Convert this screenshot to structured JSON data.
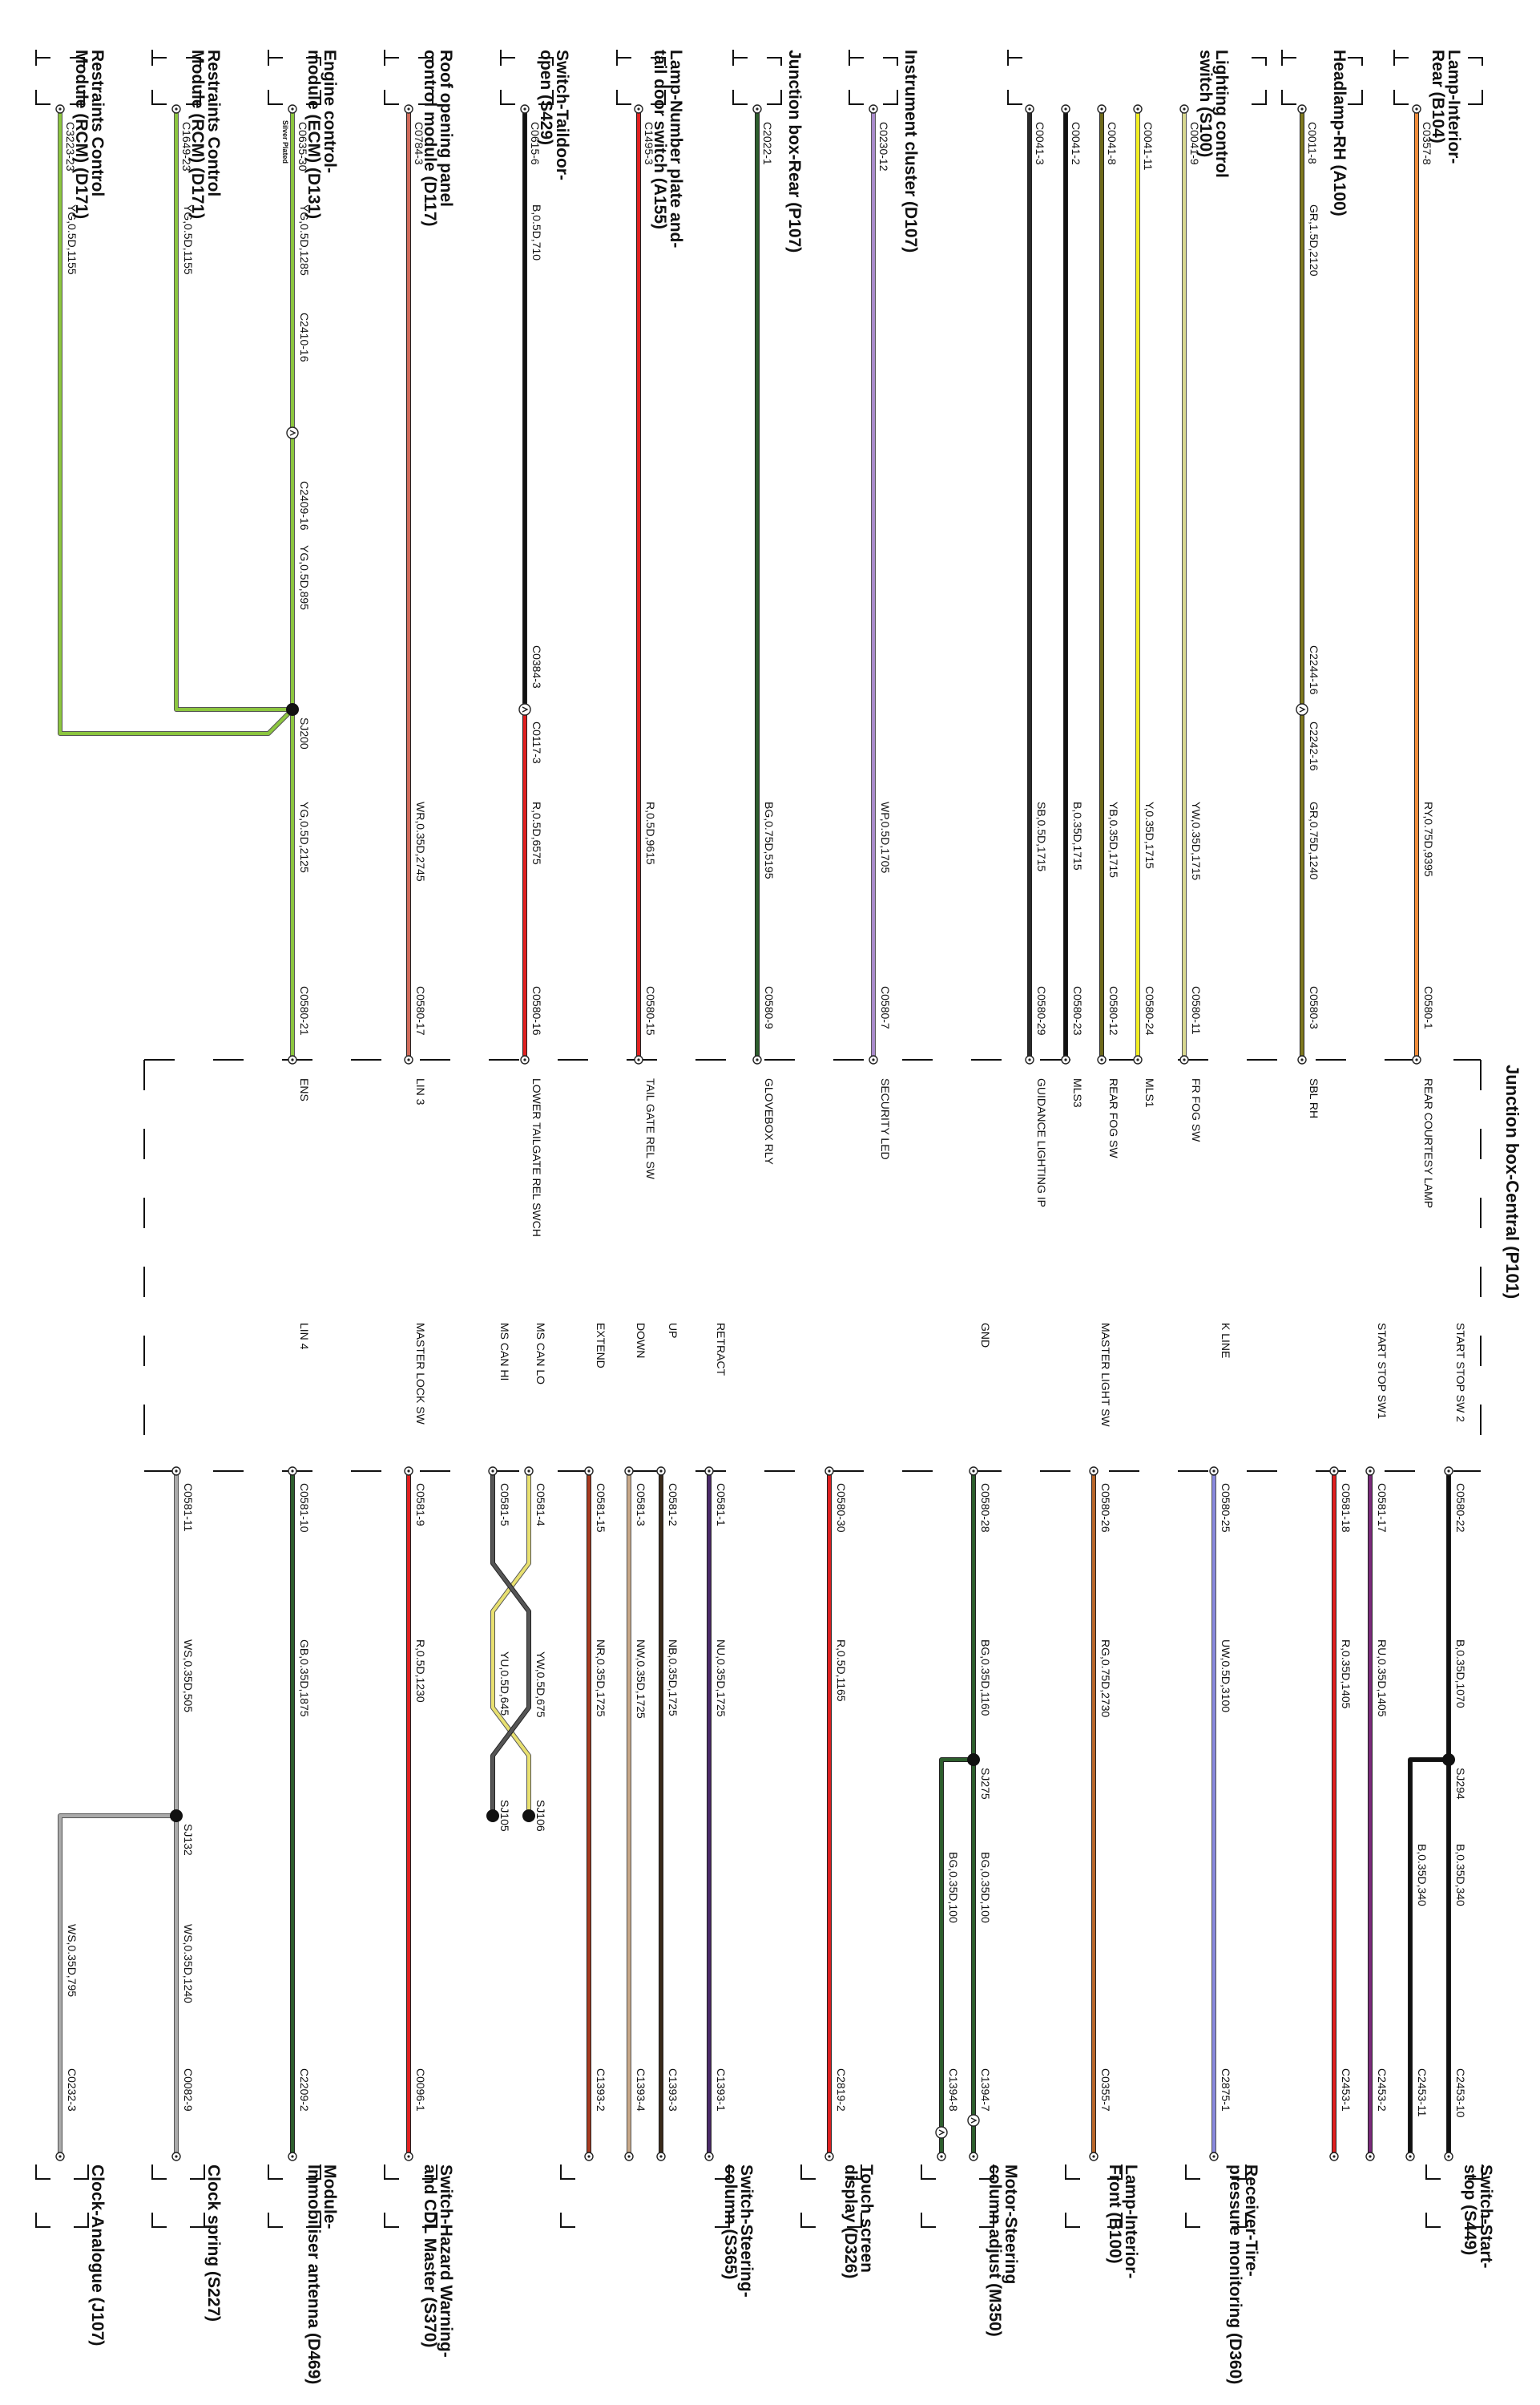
{
  "central": {
    "title": "Junction box-Central (P101)"
  },
  "left_rows": [
    {
      "comp": [
        "Lamp-Interior-",
        "Rear (B104)"
      ],
      "pin": "C0357-8",
      "wire": "RY,0.75D,9395",
      "jpin": "C0580-1",
      "signal": "REAR COURTESY LAMP",
      "color": "#f08c3a"
    },
    {
      "comp": [
        "Headlamp-RH (A100)"
      ],
      "pin": "C0011-8",
      "wire": "GR,1.5D,2120",
      "wire2": "GR,0.75D,1240",
      "mid": [
        "C2244-16",
        "C2242-16"
      ],
      "jpin": "C0580-3",
      "signal": "SBL RH",
      "color": "#807a1e"
    },
    {
      "comp": [
        "Lighting control",
        "switch (S100)"
      ],
      "pin": "C0041-9",
      "wire": "YW,0.35D,1715",
      "jpin": "C0580-11",
      "signal": "FR FOG SW",
      "color": "#d8d890"
    },
    {
      "pin": "C0041-11",
      "wire": "Y,0.35D,1715",
      "jpin": "C0580-24",
      "signal": "MLS1",
      "color": "#f2ee20"
    },
    {
      "pin": "C0041-8",
      "wire": "YB,0.35D,1715",
      "jpin": "C0580-12",
      "signal": "REAR FOG SW",
      "color": "#6e6a1a"
    },
    {
      "pin": "C0041-2",
      "wire": "B,0.35D,1715",
      "jpin": "C0580-23",
      "signal": "MLS3",
      "color": "#111111"
    },
    {
      "pin": "C0041-3",
      "wire": "SB,0.5D,1715",
      "jpin": "C0580-29",
      "signal": "GUIDANCE LIGHTING IP",
      "color": "#2a2a2a"
    },
    {
      "comp": [
        "Instrument cluster (D107)"
      ],
      "pin": "C0230-12",
      "wire": "WP,0.5D,1705",
      "jpin": "C0580-7",
      "signal": "SECURITY LED",
      "color": "#a98bcc"
    },
    {
      "comp": [
        "Junction box-Rear (P107)"
      ],
      "pin": "C2022-1",
      "wire": "BG,0.75D,5195",
      "jpin": "C0580-9",
      "signal": "GLOVEBOX RLY",
      "color": "#2d5e2d"
    },
    {
      "comp": [
        "Lamp-Number plate and-",
        "tail door switch (A155)"
      ],
      "pin": "C1495-3",
      "wire": "R,0.5D,9615",
      "jpin": "C0580-15",
      "signal": "TAIL GATE REL SW",
      "color": "#e02020"
    },
    {
      "comp": [
        "Switch-Taildoor-",
        "open (S429)"
      ],
      "pin": "C0615-6",
      "wire": "B,0.5D,710",
      "wire2": "R,0.5D,6575",
      "mid": [
        "C0384-3",
        "C0117-3"
      ],
      "jpin": "C0580-16",
      "signal": "LOWER TAILGATE REL SWCH",
      "color": "#111111",
      "color2": "#e02020"
    },
    {
      "comp": [
        "Roof opening panel",
        "control module (D117)"
      ],
      "pin": "C0784-3",
      "wire": "WR,0.35D,2745",
      "jpin": "C0580-17",
      "signal": "LIN 3",
      "color": "#d06a5a"
    },
    {
      "comp": [
        "Engine control-",
        "module (ECM) (D131)"
      ],
      "pin": "C0635-30",
      "wire": "YG,0.5D,1285",
      "wire2": "YG,0.5D,895",
      "wire3": "YG,0.5D,2125",
      "mid": [
        "C2410-16",
        "C2409-16"
      ],
      "splice": "SJ200",
      "jpin": "C0580-21",
      "signal": "ENS",
      "color": "#8cc63f",
      "tag": "Silver Plated"
    },
    {
      "comp": [
        "Restraints Control",
        "Module (RCM) (D171)"
      ],
      "pin": "C1649-23",
      "wire": "YG,0.5D,1155",
      "color": "#8cc63f"
    },
    {
      "comp": [
        "Restraints Control",
        "Module (RCM) (D171)"
      ],
      "pin": "C3223-23",
      "wire": "YG,0.5D,1155",
      "color": "#8cc63f"
    }
  ],
  "right_rows": [
    {
      "jpin": "C0580-22",
      "wire": "B,0.35D,1070",
      "wire2": "B,0.35D,340",
      "splice": "SJ294",
      "pin": "C2453-10",
      "signal": "START STOP SW 2",
      "comp": [
        "Switch-Start-",
        "stop (S449)"
      ],
      "color": "#111111"
    },
    {
      "pin": "C2453-11",
      "wire": "B,0.35D,340",
      "color": "#111111"
    },
    {
      "jpin": "C0581-17",
      "wire": "RU,0.35D,1405",
      "pin": "C2453-2",
      "signal": "START STOP SW1",
      "color": "#7a2a7a"
    },
    {
      "jpin": "C0581-18",
      "wire": "R,0.35D,1405",
      "pin": "C2453-1",
      "color": "#e02020"
    },
    {
      "jpin": "C0580-25",
      "wire": "UW,0.5D,3100",
      "pin": "C2875-1",
      "signal": "K LINE",
      "comp": [
        "Receiver-Tire-",
        "pressure monitoring (D360)"
      ],
      "color": "#8888dd"
    },
    {
      "jpin": "C0580-26",
      "wire": "RG,0.75D,2730",
      "pin": "C0355-7",
      "signal": "MASTER LIGHT SW",
      "comp": [
        "Lamp-Interior-",
        "Front (B100)"
      ],
      "color": "#b8662a"
    },
    {
      "jpin": "C0580-28",
      "wire": "BG,0.35D,1160",
      "wire2": "BG,0.35D,100",
      "splice": "SJ275",
      "pin": "C1394-7",
      "signal": "GND",
      "comp": [
        "Motor-Steering",
        "column adjust (M350)"
      ],
      "color": "#2d5e2d"
    },
    {
      "pin": "C1394-8",
      "wire": "BG,0.35D,100",
      "color": "#2d5e2d"
    },
    {
      "jpin": "C0580-30",
      "wire": "R,0.5D,1165",
      "pin": "C2819-2",
      "comp": [
        "Touch screen",
        "display (D326)"
      ],
      "color": "#e02020"
    },
    {
      "jpin": "C0581-1",
      "wire": "NU,0.35D,1725",
      "pin": "C1393-1",
      "signal": "RETRACT",
      "comp": [
        "Switch-Steering-",
        "column (S365)"
      ],
      "color": "#4a2a6a"
    },
    {
      "jpin": "C0581-2",
      "wire": "NB,0.35D,1725",
      "pin": "C1393-3",
      "signal": "UP",
      "color": "#3a2a1a"
    },
    {
      "jpin": "C0581-3",
      "wire": "NW,0.35D,1725",
      "pin": "C1393-4",
      "signal": "DOWN",
      "color": "#c8a888"
    },
    {
      "jpin": "C0581-15",
      "wire": "NR,0.35D,1725",
      "pin": "C1393-2",
      "signal": "EXTEND",
      "color": "#a83a20"
    },
    {
      "jpin": "C0581-4",
      "wire": "YW,0.5D,675",
      "splice": "SJ106",
      "signal": "MS CAN LO",
      "color": "#e8e070"
    },
    {
      "jpin": "C0581-5",
      "wire": "YU,0.5D,645",
      "splice": "SJ105",
      "signal": "MS CAN HI",
      "color": "#555555"
    },
    {
      "jpin": "C0581-9",
      "wire": "R,0.5D,1230",
      "pin": "C0096-1",
      "signal": "MASTER LOCK SW",
      "comp": [
        "Switch-Hazard Warning-",
        "and CDL Master (S370)"
      ],
      "color": "#e02020"
    },
    {
      "jpin": "C0581-10",
      "wire": "GB,0.35D,1875",
      "pin": "C2209-2",
      "signal": "LIN 4",
      "comp": [
        "Module-",
        "Immobiliser antenna (D469)"
      ],
      "color": "#2d5e2d"
    },
    {
      "jpin": "C0581-11",
      "wire": "WS,0.35D,505",
      "wire2": "WS,0.35D,1240",
      "splice": "SJ132",
      "pin": "C0082-9",
      "comp": [
        "Clock spring (S227)"
      ],
      "color": "#aaaaaa"
    },
    {
      "pin": "C0232-3",
      "wire": "WS,0.35D,795",
      "comp": [
        "Clock-Analogue (J107)"
      ],
      "color": "#aaaaaa"
    }
  ]
}
